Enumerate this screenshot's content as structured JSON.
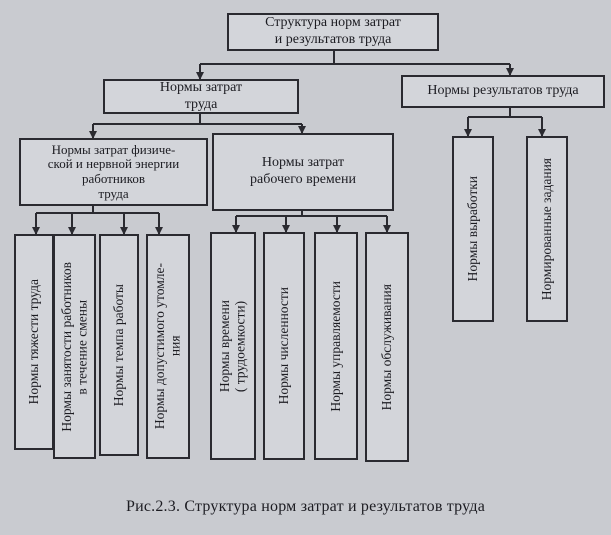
{
  "root": "Структура норм затрат\nи результатов труда",
  "norms_costs": "Нормы затрат\nтруда",
  "norms_results": "Нормы результатов труда",
  "physical_energy": "Нормы затрат физиче-\nской и нервной энергии\nработников\nтруда",
  "working_time": "Нормы затрат\nрабочего времени",
  "leaves": {
    "severity": "Нормы тяжести труда",
    "employment": "Нормы занятости работников\nв течение смены",
    "pace": "Нормы темпа работы",
    "fatigue": "Нормы допустимого утомле-\nния",
    "time": "Нормы времени\n( трудоемкости)",
    "headcount": "Нормы численности",
    "manageability": "Нормы управляемости",
    "service": "Нормы обслуживания",
    "output": "Нормы выработки",
    "tasks": "Нормированные задания"
  },
  "caption": "Рис.2.3. Структура норм затрат и результатов труда"
}
